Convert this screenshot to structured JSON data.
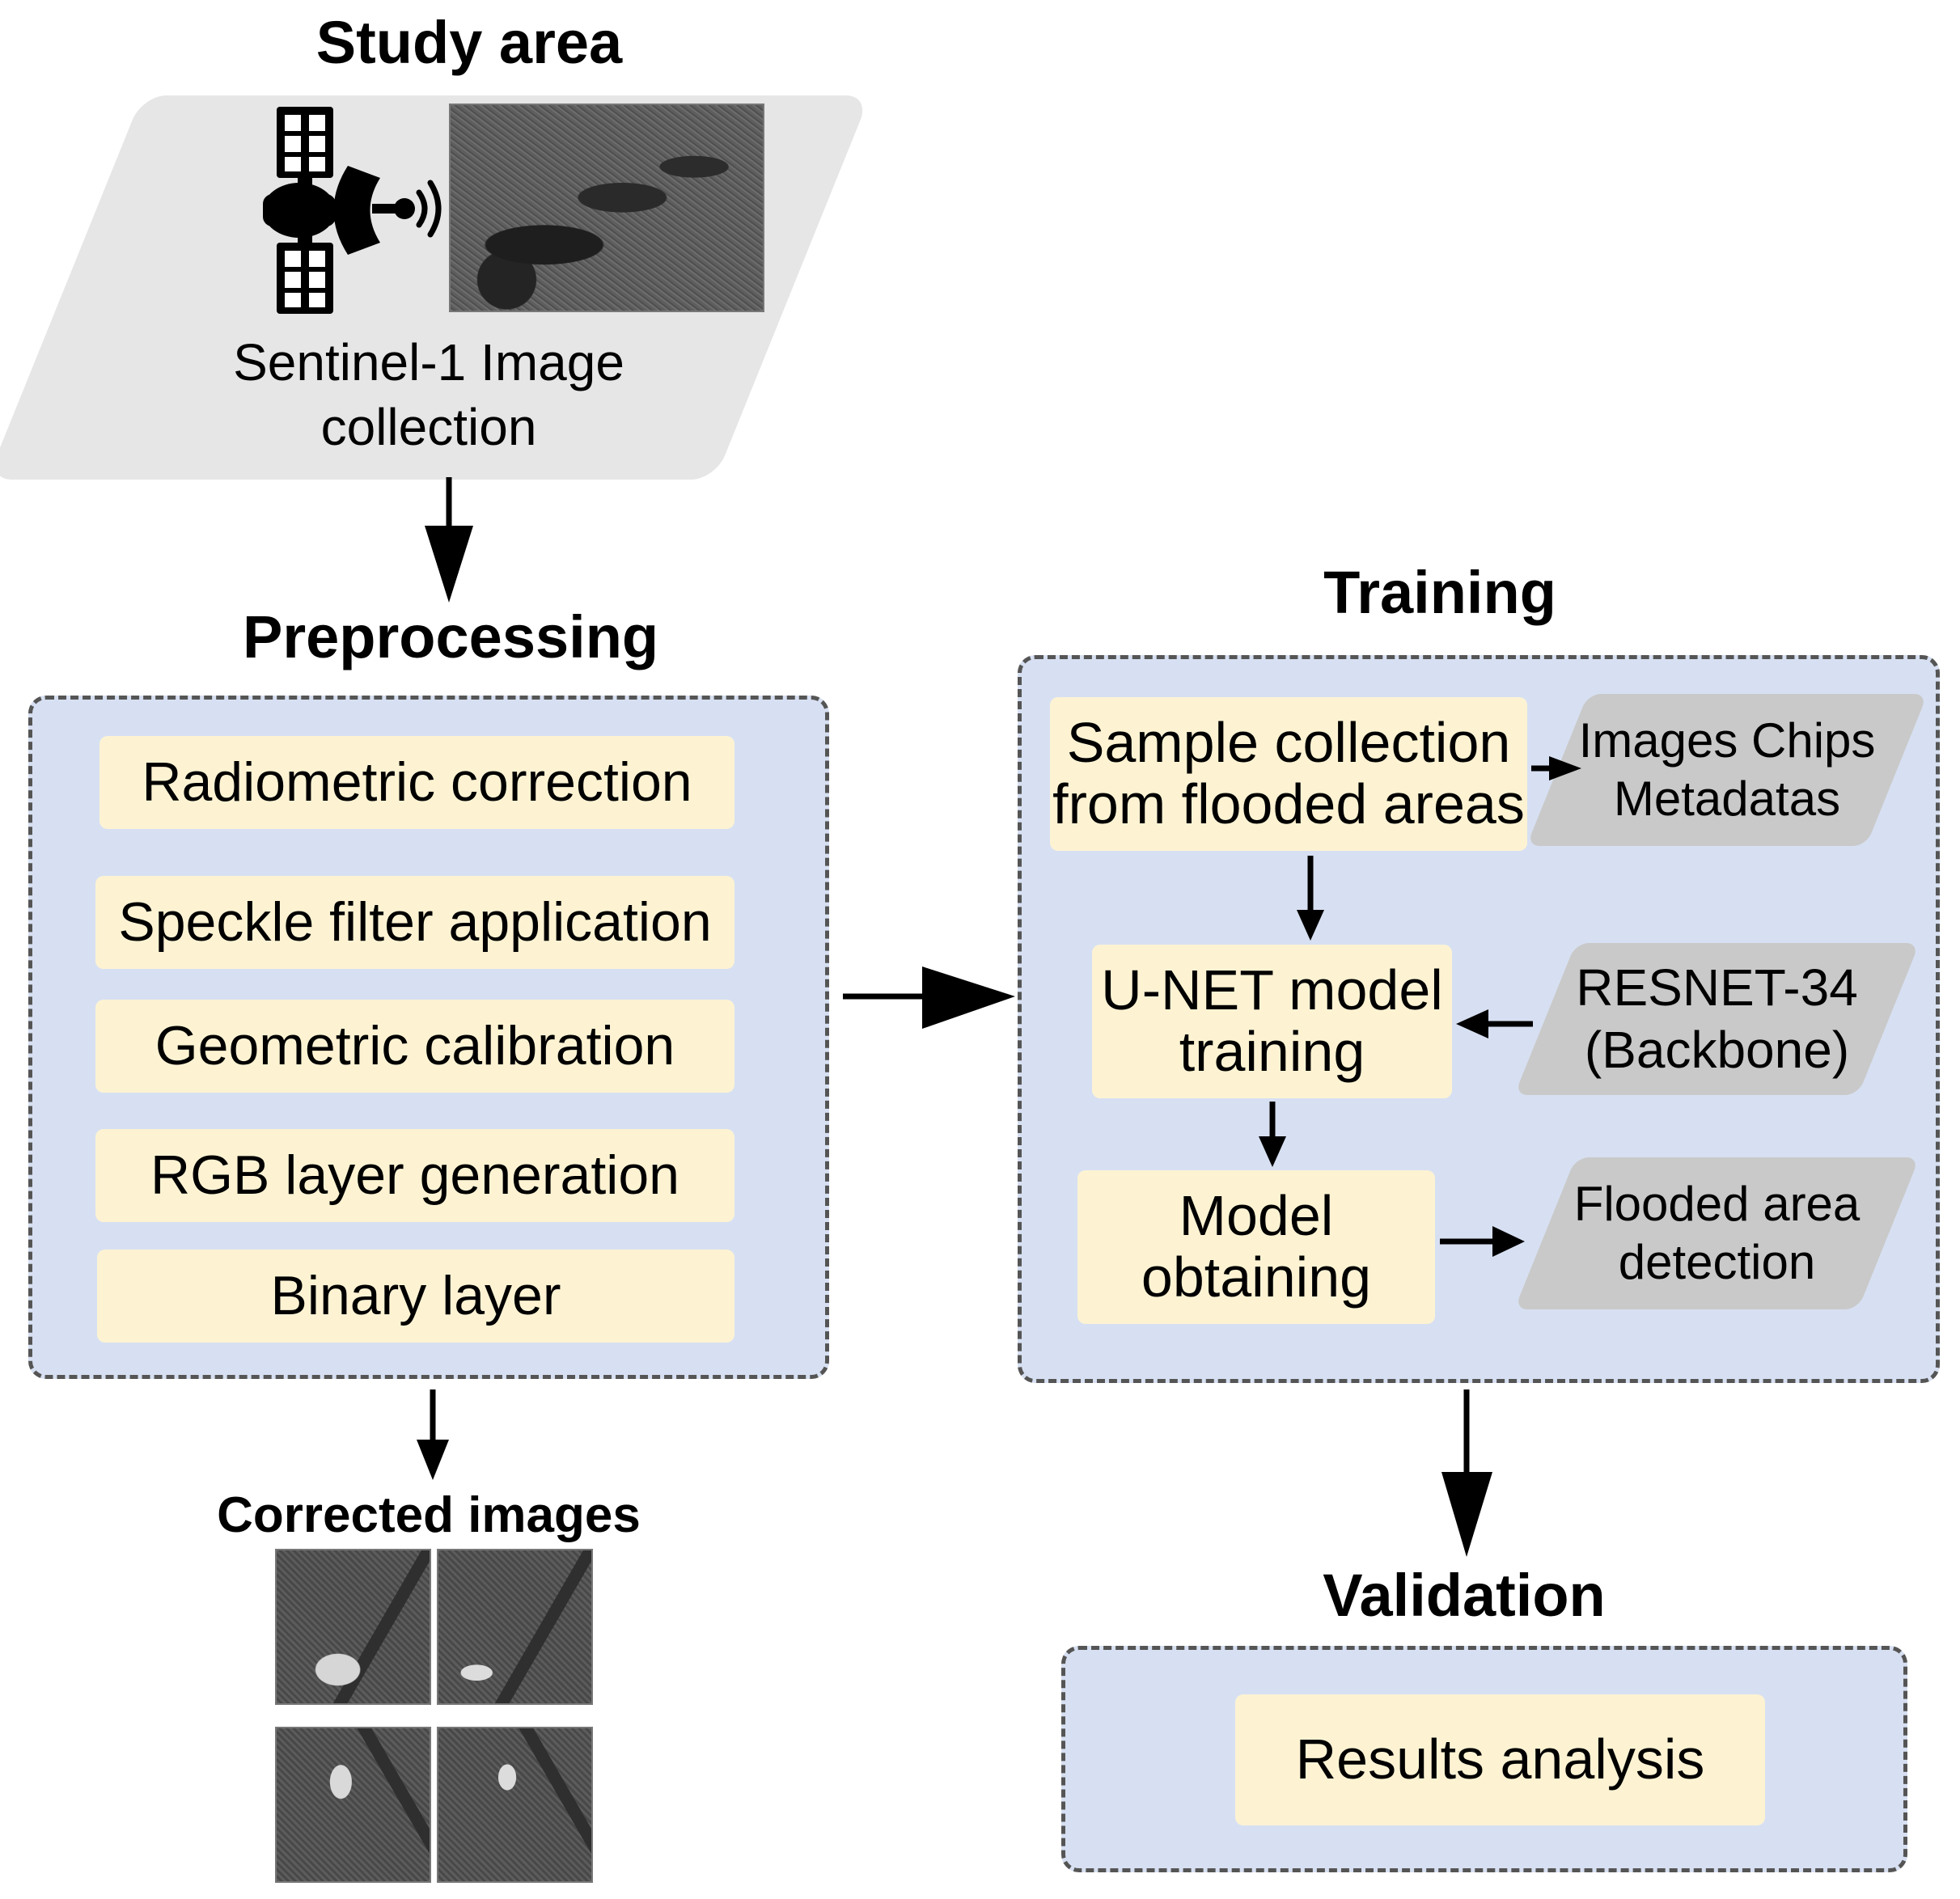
{
  "study_area": {
    "title": "Study area",
    "caption_line1": "Sentinel-1 Image",
    "caption_line2": "collection"
  },
  "preprocessing": {
    "title": "Preprocessing",
    "steps": [
      "Radiometric correction",
      "Speckle filter application",
      "Geometric calibration",
      "RGB layer generation",
      "Binary layer"
    ]
  },
  "corrected": {
    "title": "Corrected images"
  },
  "training": {
    "title": "Training",
    "sample_line1": "Sample collection",
    "sample_line2": "from flooded areas",
    "unet_line1": "U-NET model",
    "unet_line2": "training",
    "model_line1": "Model",
    "model_line2": "obtaining",
    "chips_line1": "Images Chips",
    "chips_line2": "Metadatas",
    "resnet_line1": "RESNET-34",
    "resnet_line2": "(Backbone)",
    "flood_line1": "Flooded area",
    "flood_line2": "detection"
  },
  "validation": {
    "title": "Validation",
    "step": "Results analysis"
  },
  "colors": {
    "group_fill": "#d7e0f2",
    "step_fill": "#fdf3d3",
    "data_fill": "#c9c9c9",
    "border": "#555555"
  }
}
